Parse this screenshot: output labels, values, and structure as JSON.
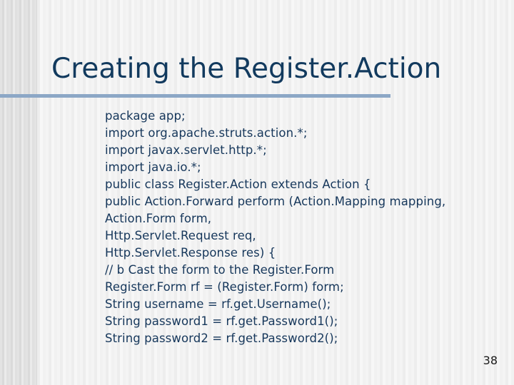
{
  "slide": {
    "title": "Creating the Register.Action",
    "page_number": "38",
    "colors": {
      "title_text": "#123A5E",
      "body_text": "#16375B",
      "rule": "#8CA7C6",
      "background": "#f2f2f2",
      "page_number_text": "#1a1a1a"
    },
    "body_lines": [
      "package app;",
      "import org.apache.struts.action.*;",
      "import javax.servlet.http.*;",
      "import java.io.*;",
      "public class Register.Action extends Action {",
      "public Action.Forward perform (Action.Mapping mapping,",
      "Action.Form form,",
      "Http.Servlet.Request req,",
      "Http.Servlet.Response res) {",
      "// b Cast the form to the Register.Form",
      "Register.Form rf = (Register.Form) form;",
      "String username = rf.get.Username();",
      "String password1 = rf.get.Password1();",
      "String password2 = rf.get.Password2();"
    ]
  }
}
